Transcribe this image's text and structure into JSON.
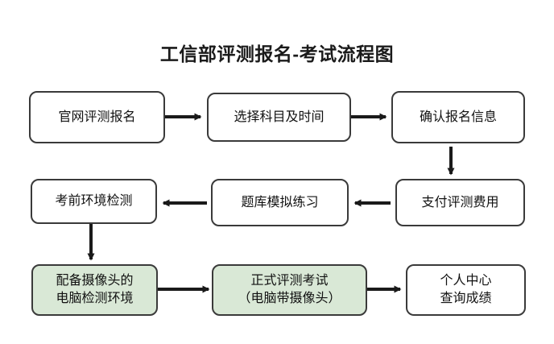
{
  "title": "工信部评测报名-考试流程图",
  "colors": {
    "node_border": "#3a3a3a",
    "node_bg": "#ffffff",
    "highlight_bg": "#d9e8d6",
    "arrow": "#1a1a1a",
    "text": "#111111"
  },
  "nodes": [
    {
      "id": "n1",
      "label": "官网评测报名",
      "line2": "",
      "highlight": false
    },
    {
      "id": "n2",
      "label": "选择科目及时间",
      "line2": "",
      "highlight": false
    },
    {
      "id": "n3",
      "label": "确认报名信息",
      "line2": "",
      "highlight": false
    },
    {
      "id": "n4",
      "label": "支付评测费用",
      "line2": "",
      "highlight": false
    },
    {
      "id": "n5",
      "label": "题库模拟练习",
      "line2": "",
      "highlight": false
    },
    {
      "id": "n6",
      "label": "考前环境检测",
      "line2": "",
      "highlight": false
    },
    {
      "id": "n7",
      "label": "配备摄像头的",
      "line2": "电脑检测环境",
      "highlight": true
    },
    {
      "id": "n8",
      "label": "正式评测考试",
      "line2": "（电脑带摄像头）",
      "highlight": true
    },
    {
      "id": "n9",
      "label": "个人中心",
      "line2": "查询成绩",
      "highlight": false
    }
  ],
  "flow": [
    {
      "from": "n1",
      "to": "n2"
    },
    {
      "from": "n2",
      "to": "n3"
    },
    {
      "from": "n3",
      "to": "n4"
    },
    {
      "from": "n4",
      "to": "n5"
    },
    {
      "from": "n5",
      "to": "n6"
    },
    {
      "from": "n6",
      "to": "n7"
    },
    {
      "from": "n7",
      "to": "n8"
    },
    {
      "from": "n8",
      "to": "n9"
    }
  ]
}
